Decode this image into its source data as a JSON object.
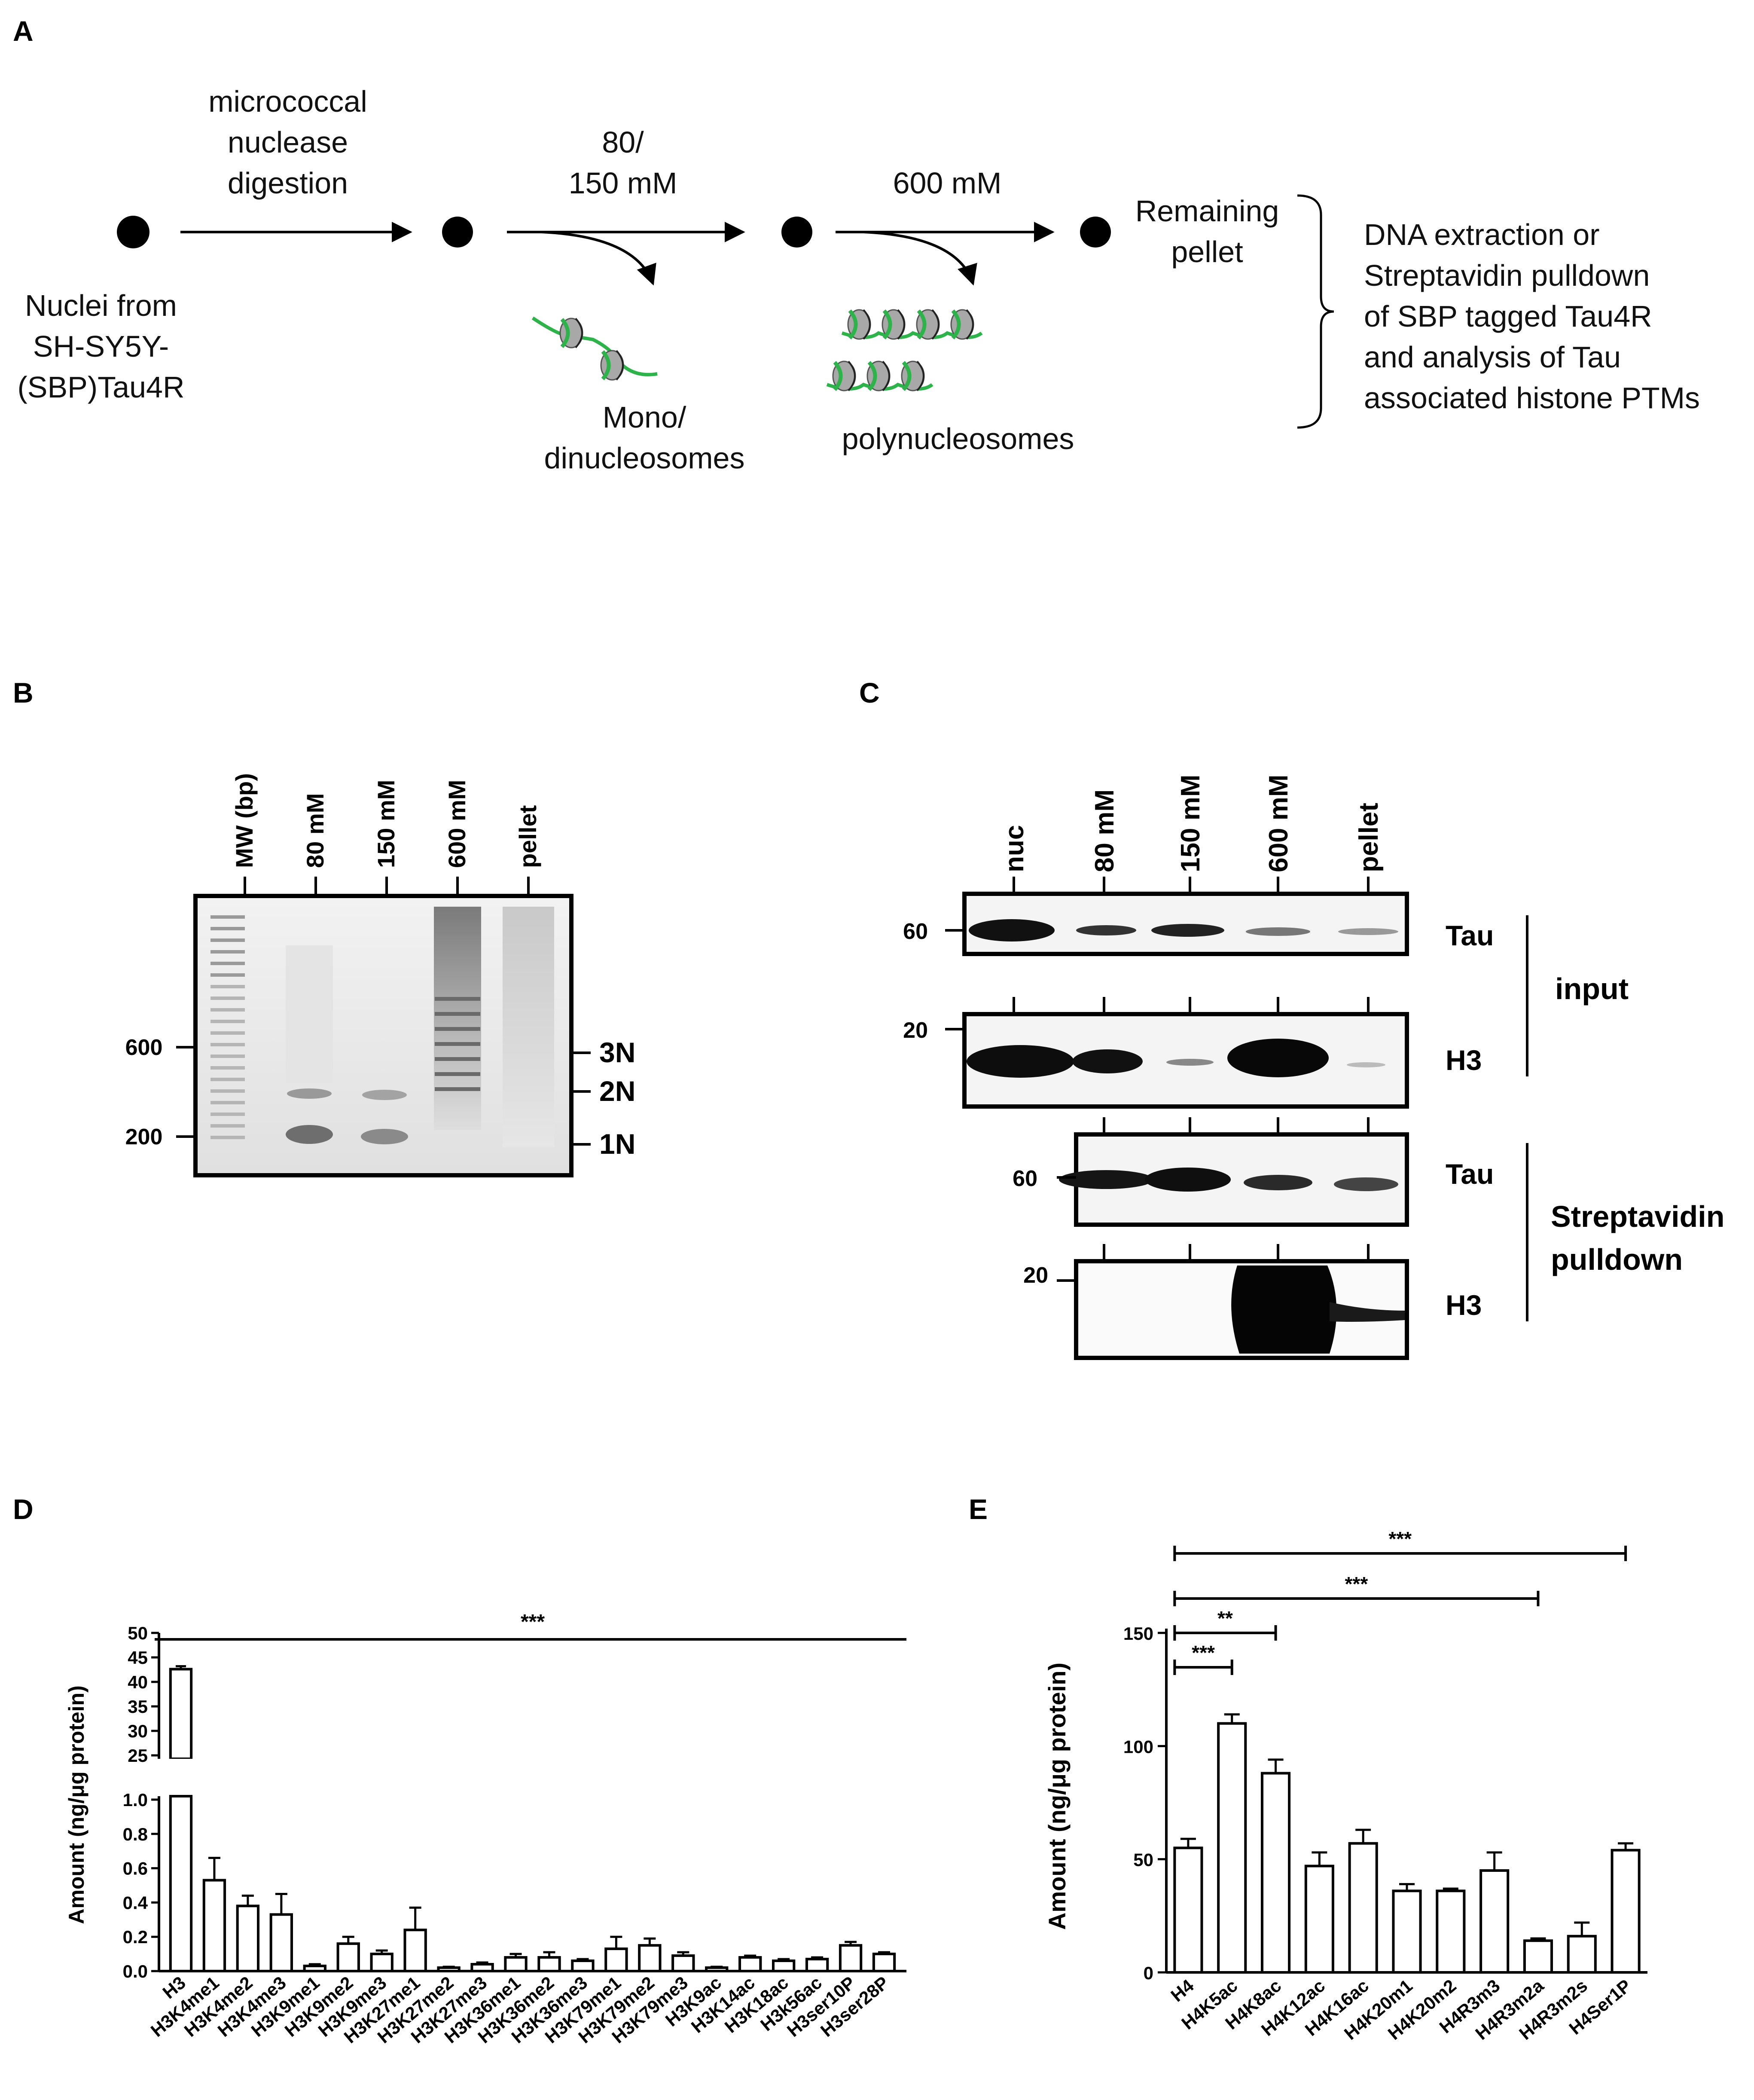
{
  "panels": {
    "a": "A",
    "b": "B",
    "c": "C",
    "d": "D",
    "e": "E"
  },
  "panel_a": {
    "nuclei": [
      "Nuclei from",
      "SH-SY5Y-",
      "(SBP)Tau4R"
    ],
    "step1": [
      "micrococcal",
      "nuclease",
      "digestion"
    ],
    "step2": [
      "80/",
      "150 mM"
    ],
    "step3": "600 mM",
    "remaining": [
      "Remaining",
      "pellet"
    ],
    "mono": [
      "Mono/",
      "dinucleosomes"
    ],
    "poly": "polynucleosomes",
    "analysis": [
      "DNA extraction or",
      "Streptavidin pulldown",
      "of SBP tagged Tau4R",
      "and analysis of Tau",
      "associated histone PTMs"
    ],
    "colors": {
      "dna": "#2db34a",
      "histone": "#a8a8a8"
    }
  },
  "panel_b": {
    "lanes": [
      "MW (bp)",
      "80 mM",
      "150 mM",
      "600 mM",
      "pellet"
    ],
    "mw_markers": [
      "600",
      "200"
    ],
    "bands": [
      "3N",
      "2N",
      "1N"
    ]
  },
  "panel_c": {
    "lanes": [
      "nuc",
      "80 mM",
      "150 mM",
      "600 mM",
      "pellet"
    ],
    "blots": [
      {
        "mw": "60",
        "protein": "Tau"
      },
      {
        "mw": "20",
        "protein": "H3"
      },
      {
        "mw": "60",
        "protein": "Tau"
      },
      {
        "mw": "20",
        "protein": "H3"
      }
    ],
    "groups": [
      "input",
      [
        "Streptavidin",
        "pulldown"
      ]
    ]
  },
  "chart_data": [
    {
      "type": "bar",
      "panel": "D",
      "ylabel": "Amount (ng/μg protein)",
      "axis_break": true,
      "ylim_lower": [
        0,
        1.0
      ],
      "ylim_upper": [
        25,
        50
      ],
      "yticks_lower": [
        "0.0",
        "0.2",
        "0.4",
        "0.6",
        "0.8",
        "1.0"
      ],
      "yticks_upper": [
        "25",
        "30",
        "35",
        "40",
        "45",
        "50"
      ],
      "categories": [
        "H3",
        "H3K4me1",
        "H3K4me2",
        "H3K4me3",
        "H3K9me1",
        "H3K9me2",
        "H3K9me3",
        "H3K27me1",
        "H3K27me2",
        "H3K27me3",
        "H3K36me1",
        "H3K36me2",
        "H3K36me3",
        "H3K79me1",
        "H3K79me2",
        "H3K79me3",
        "H3K9ac",
        "H3K14ac",
        "H3K18ac",
        "H3k56ac",
        "H3ser10P",
        "H3ser28P"
      ],
      "values": [
        42.6,
        0.53,
        0.38,
        0.33,
        0.03,
        0.16,
        0.1,
        0.24,
        0.02,
        0.04,
        0.08,
        0.08,
        0.06,
        0.13,
        0.15,
        0.09,
        0.02,
        0.08,
        0.06,
        0.07,
        0.15,
        0.1
      ],
      "errors": [
        0.6,
        0.13,
        0.06,
        0.12,
        0.01,
        0.04,
        0.02,
        0.13,
        0.005,
        0.01,
        0.02,
        0.03,
        0.01,
        0.07,
        0.04,
        0.02,
        0.005,
        0.01,
        0.01,
        0.01,
        0.02,
        0.01
      ],
      "significance": [
        {
          "from": "H3",
          "to": "H3ser28P",
          "label": "***"
        }
      ]
    },
    {
      "type": "bar",
      "panel": "E",
      "ylabel": "Amount (ng/μg protein)",
      "ylim": [
        0,
        150
      ],
      "yticks": [
        "0",
        "50",
        "100",
        "150"
      ],
      "categories": [
        "H4",
        "H4K5ac",
        "H4K8ac",
        "H4K12ac",
        "H4K16ac",
        "H4K20m1",
        "H4K20m2",
        "H4R3m3",
        "H4R3m2a",
        "H4R3m2s",
        "H4Ser1P"
      ],
      "values": [
        55,
        110,
        88,
        47,
        57,
        36,
        36,
        45,
        14,
        16,
        54
      ],
      "errors": [
        4,
        4,
        6,
        6,
        6,
        3,
        1,
        8,
        1,
        6,
        3
      ],
      "significance": [
        {
          "from": "H4",
          "to": "H4K5ac",
          "label": "***"
        },
        {
          "from": "H4",
          "to": "H4K8ac",
          "label": "**"
        },
        {
          "from": "H4",
          "to": "H4R3m2a",
          "label": "***"
        },
        {
          "from": "H4",
          "to": "H4Ser1P",
          "label": "***"
        }
      ]
    }
  ]
}
